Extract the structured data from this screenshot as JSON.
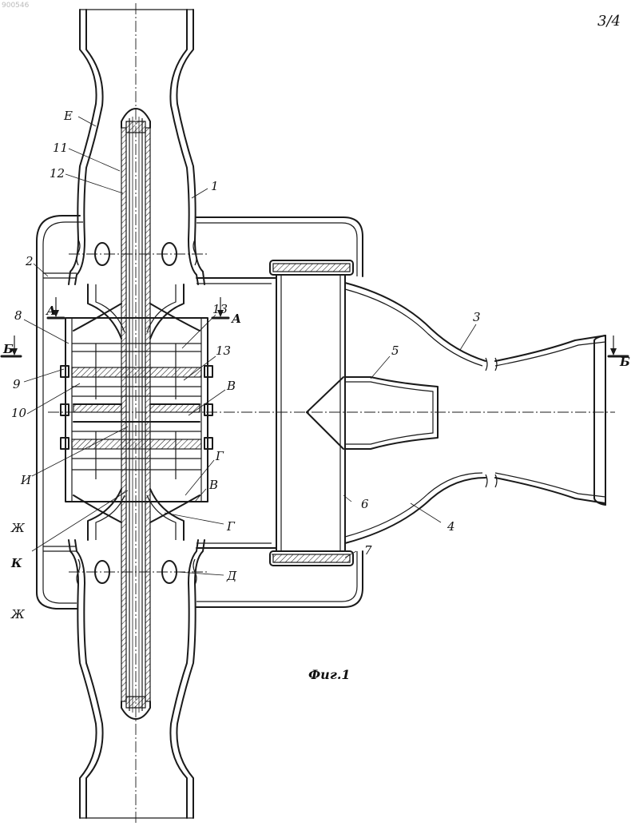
{
  "corner_code": "900546",
  "sheet_number": "3/4",
  "caption": "Фиг.1",
  "part_labels": {
    "p1": "1",
    "p2": "2",
    "p3": "3",
    "p4": "4",
    "p5": "5",
    "p6": "6",
    "p7": "7",
    "p8": "8",
    "p9": "9",
    "p10": "10",
    "p11": "11",
    "p12": "12",
    "p13a": "13",
    "p13b": "13"
  },
  "zone_labels": {
    "e": "Е",
    "v1": "В",
    "v2": "В",
    "g1": "Г",
    "g2": "Г",
    "d": "Д",
    "i": "И",
    "k": "К",
    "zh1": "Ж",
    "zh2": "Ж"
  },
  "section_marks": {
    "a_left": "А",
    "a_right": "А",
    "b_left": "Б",
    "b_right": "Б"
  }
}
